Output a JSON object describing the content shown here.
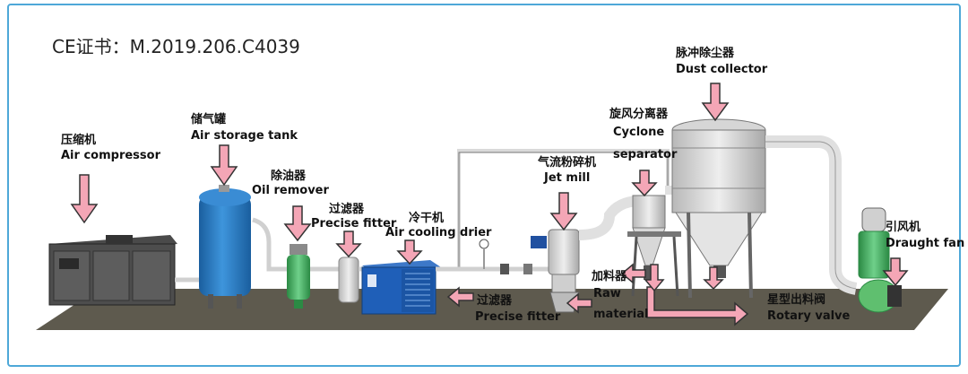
{
  "certificate": "CE证书：M.2019.206.C4039",
  "labels": {
    "air_compressor_cn": "压缩机",
    "air_compressor_en": "Air compressor",
    "air_storage_tank_cn": "储气罐",
    "air_storage_tank_en": "Air storage tank",
    "oil_remover_cn": "除油器",
    "oil_remover_en": "Oil remover",
    "precise_fitter_top_cn": "过滤器",
    "precise_fitter_top_en": "Precise fitter",
    "air_cooling_drier_cn": "冷干机",
    "air_cooling_drier_en": "Air cooling drier",
    "jet_mill_cn": "气流粉碎机",
    "jet_mill_en": "Jet mill",
    "cyclone_cn": "旋风分离器",
    "cyclone_en_1": "Cyclone",
    "cyclone_en_2": "separator",
    "dust_collector_cn": "脉冲除尘器",
    "dust_collector_en": "Dust collector",
    "draught_fan_cn": "引风机",
    "draught_fan_en": "Draught fan",
    "precise_fitter_bottom_cn": "过滤器",
    "precise_fitter_bottom_en": "Precise fitter",
    "feeder_cn": "加料器",
    "raw_material_1": "Raw",
    "raw_material_2": "material",
    "rotary_valve_cn": "星型出料阀",
    "rotary_valve_en": "Rotary valve"
  },
  "colors": {
    "frame": "#4ea8d8",
    "arrow": "#f4a6b6",
    "arrow_stroke": "#333333",
    "floor": "#5e5a4e",
    "tank_blue": "#2d7fc8",
    "drier_blue": "#1f5fb8",
    "green": "#3fae5a",
    "pipe": "#e8e8e8"
  }
}
